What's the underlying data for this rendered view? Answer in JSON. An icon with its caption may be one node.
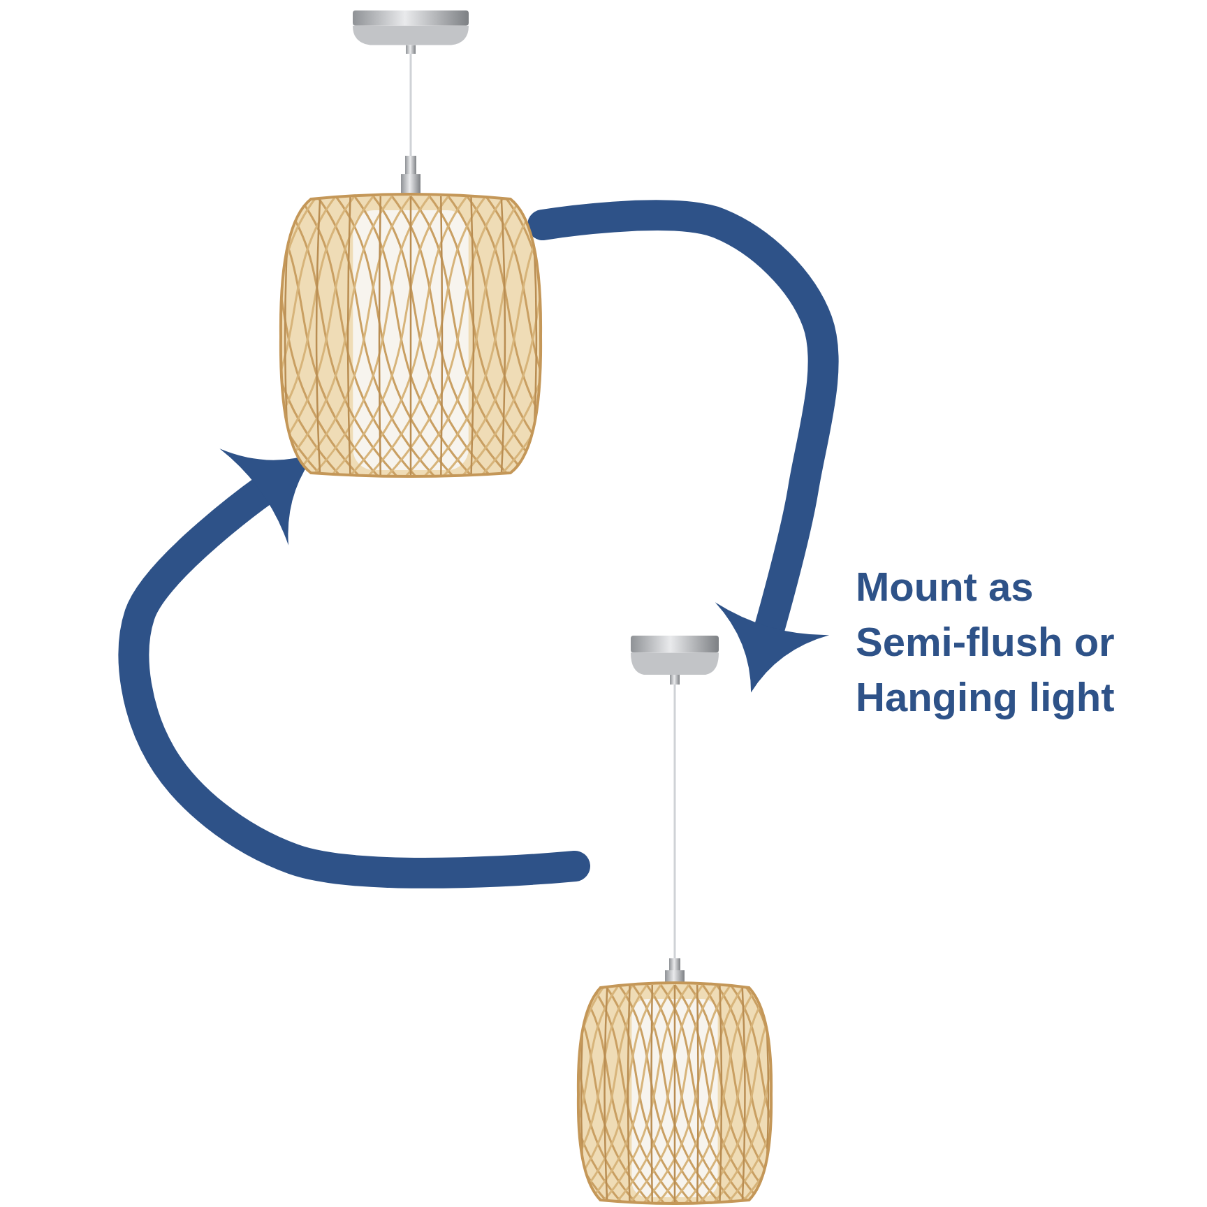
{
  "diagram": {
    "nodes": [
      {
        "text": [],
        "shape": "picture"
      },
      {
        "text": [],
        "shape": "picture"
      }
    ],
    "edges": [
      {
        "from": 0,
        "to": 1,
        "arrow": "to"
      },
      {
        "from": 1,
        "to": 0,
        "arrow": "to"
      }
    ],
    "labels": [
      "Mount as Semi-flush or Hanging light"
    ]
  }
}
